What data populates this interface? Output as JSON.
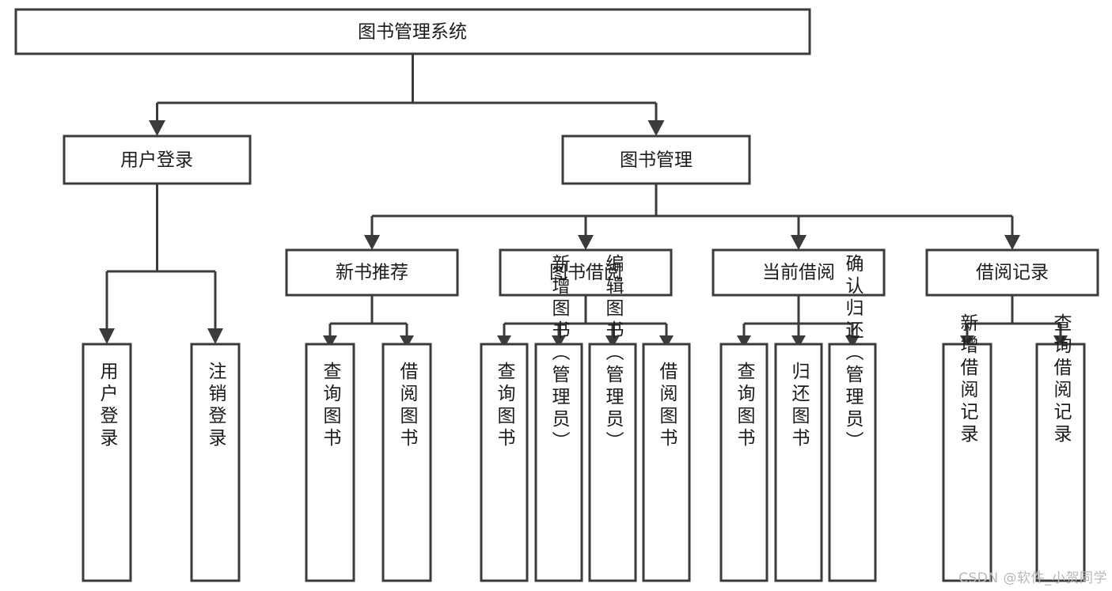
{
  "diagram": {
    "type": "tree",
    "title": "图书管理系统",
    "orientation": "top-down",
    "colors": {
      "box_stroke": "#3b3b3b",
      "box_fill": "#ffffff",
      "link": "#3b3b3b",
      "text": "#1b1b1b",
      "watermark": "#b9b9b9",
      "background": "#ffffff"
    },
    "nodes": {
      "root": {
        "label": "图书管理系统",
        "level": 0,
        "orientation": "horizontal"
      },
      "l1": [
        {
          "id": "user-login",
          "label": "用户登录",
          "level": 1,
          "orientation": "horizontal"
        },
        {
          "id": "book-manage",
          "label": "图书管理",
          "level": 1,
          "orientation": "horizontal"
        }
      ],
      "l2": [
        {
          "id": "new-book-rec",
          "label": "新书推荐",
          "level": 2,
          "orientation": "horizontal",
          "parent": "book-manage"
        },
        {
          "id": "book-borrow",
          "label": "图书借阅",
          "level": 2,
          "orientation": "horizontal",
          "parent": "book-manage"
        },
        {
          "id": "current-borrow",
          "label": "当前借阅",
          "level": 2,
          "orientation": "horizontal",
          "parent": "book-manage"
        },
        {
          "id": "borrow-record",
          "label": "借阅记录",
          "level": 2,
          "orientation": "horizontal",
          "parent": "book-manage"
        }
      ],
      "leaves": [
        {
          "id": "leaf-user-login",
          "label": "用户登录",
          "parent": "user-login",
          "orientation": "vertical"
        },
        {
          "id": "leaf-user-logout",
          "label": "注销登录",
          "parent": "user-login",
          "orientation": "vertical"
        },
        {
          "id": "leaf-query-book-1",
          "label": "查询图书",
          "parent": "new-book-rec",
          "orientation": "vertical"
        },
        {
          "id": "leaf-borrow-book-1",
          "label": "借阅图书",
          "parent": "new-book-rec",
          "orientation": "vertical"
        },
        {
          "id": "leaf-query-book-2",
          "label": "查询图书",
          "parent": "book-borrow",
          "orientation": "vertical"
        },
        {
          "id": "leaf-add-book",
          "label": "新增图书（管理员）",
          "parent": "book-borrow",
          "orientation": "vertical"
        },
        {
          "id": "leaf-edit-book",
          "label": "编辑图书（管理员）",
          "parent": "book-borrow",
          "orientation": "vertical"
        },
        {
          "id": "leaf-borrow-book-2",
          "label": "借阅图书",
          "parent": "book-borrow",
          "orientation": "vertical"
        },
        {
          "id": "leaf-query-book-3",
          "label": "查询图书",
          "parent": "current-borrow",
          "orientation": "vertical"
        },
        {
          "id": "leaf-return-book",
          "label": "归还图书",
          "parent": "current-borrow",
          "orientation": "vertical"
        },
        {
          "id": "leaf-confirm-return",
          "label": "确认归还（管理员）",
          "parent": "current-borrow",
          "orientation": "vertical"
        },
        {
          "id": "leaf-add-record",
          "label": "新增借阅记录",
          "parent": "borrow-record",
          "orientation": "vertical"
        },
        {
          "id": "leaf-query-record",
          "label": "查询借阅记录",
          "parent": "borrow-record",
          "orientation": "vertical"
        }
      ]
    }
  },
  "watermark": {
    "text": "CSDN @软件_小贺同学"
  }
}
